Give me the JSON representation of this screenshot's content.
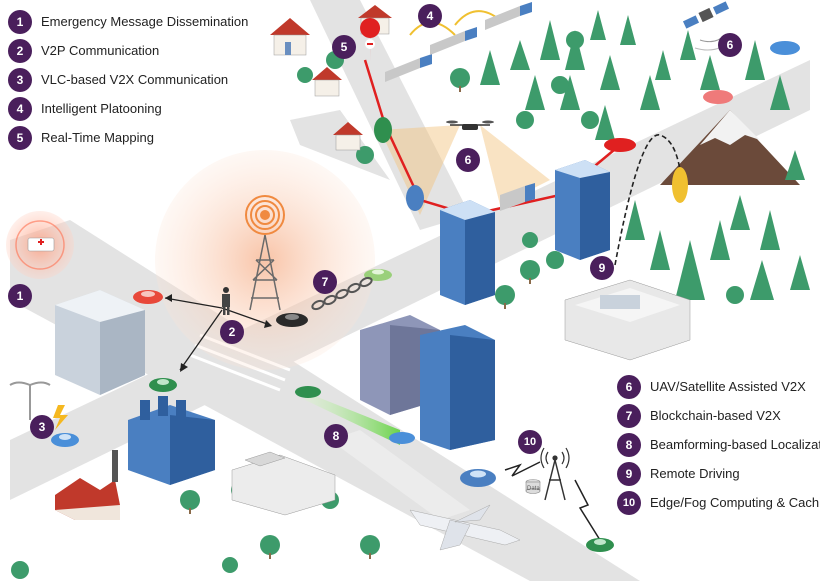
{
  "legend_top": [
    {
      "num": "1",
      "label": "Emergency Message Dissemination"
    },
    {
      "num": "2",
      "label": "V2P Communication"
    },
    {
      "num": "3",
      "label": "VLC-based V2X Communication"
    },
    {
      "num": "4",
      "label": "Intelligent Platooning"
    },
    {
      "num": "5",
      "label": "Real-Time Mapping"
    }
  ],
  "legend_bottom": [
    {
      "num": "6",
      "label": "UAV/Satellite Assisted V2X"
    },
    {
      "num": "7",
      "label": "Blockchain-based V2X"
    },
    {
      "num": "8",
      "label": "Beamforming-based Localization"
    },
    {
      "num": "9",
      "label": "Remote Driving"
    },
    {
      "num": "10",
      "label": "Edge/Fog Computing & Caching"
    }
  ],
  "map_badges": [
    "1",
    "2",
    "3",
    "4",
    "5",
    "6",
    "6",
    "7",
    "8",
    "9",
    "10"
  ],
  "data_label": "Data",
  "colors": {
    "badge": "#4a1f5c",
    "road": "#e3e3e3",
    "tree": "#3d9b6b",
    "building": "#4a7fc1",
    "red_link": "#e02020",
    "uav_beam": "#f2c27a",
    "beamforming": "#7ed957"
  }
}
